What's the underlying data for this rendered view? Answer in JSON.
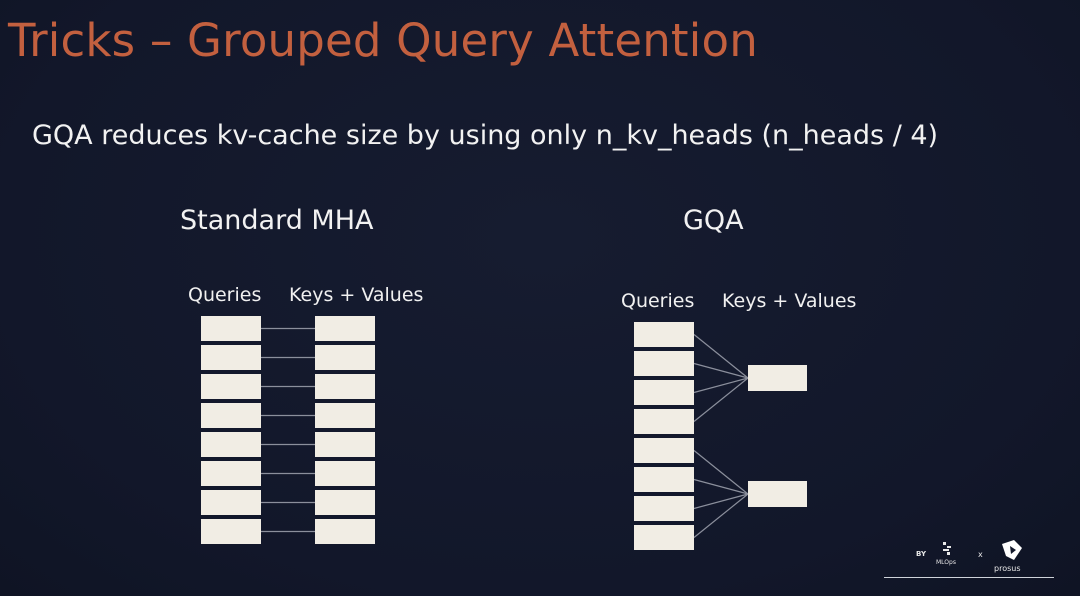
{
  "slide": {
    "title": "Tricks – Grouped Query Attention",
    "subtitle": "GQA reduces kv-cache size by using only n_kv_heads (n_heads / 4)"
  },
  "mha": {
    "heading": "Standard MHA",
    "queries_label": "Queries",
    "kv_label": "Keys + Values",
    "num_queries": 8,
    "num_kv": 8
  },
  "gqa": {
    "heading": "GQA",
    "queries_label": "Queries",
    "kv_label": "Keys + Values",
    "num_queries": 8,
    "num_kv": 2
  },
  "colors": {
    "title": "#c3603f",
    "block_fill": "#f1ede4",
    "connector": "#8b8f9c",
    "background": "#14192b"
  },
  "footer": {
    "by": "BY",
    "mlops": "MLOps",
    "x": "x",
    "prosus": "prosus",
    "logo_icons": [
      "mlops-logo-icon",
      "prosus-logo-icon"
    ]
  }
}
